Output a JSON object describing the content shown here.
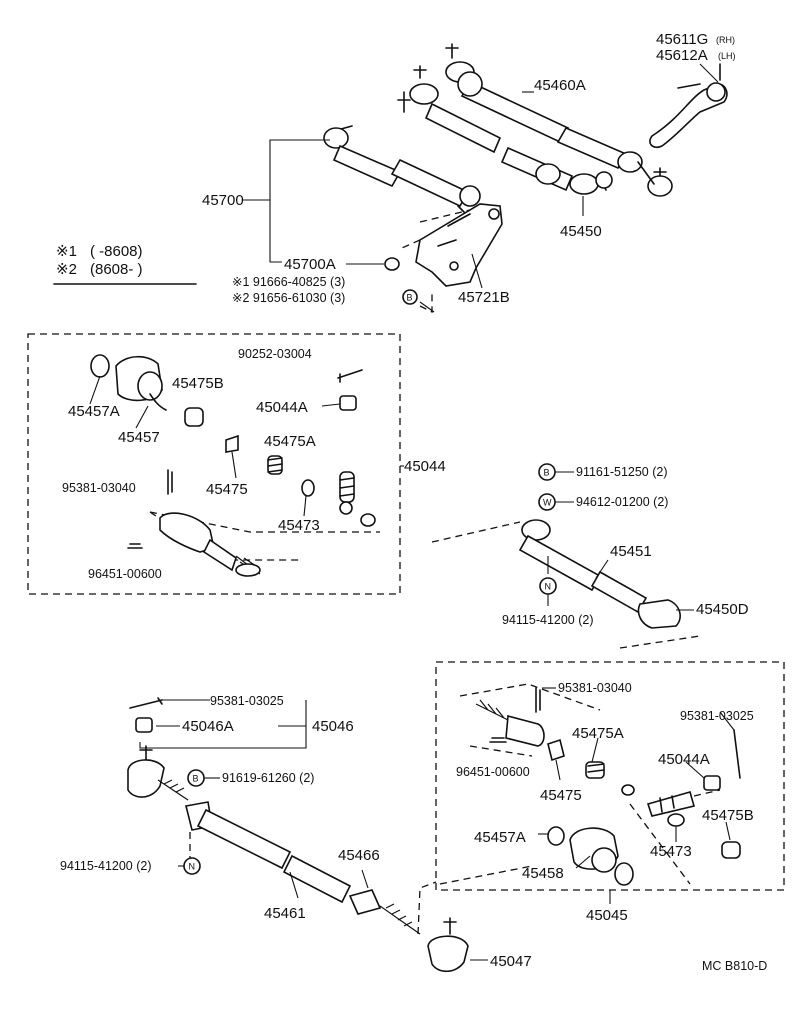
{
  "legend": {
    "line1_mark": "※1",
    "line1_range": "(          -8608)",
    "line2_mark": "※2",
    "line2_range": "(8608-          )"
  },
  "top": {
    "p45611G": "45611G",
    "rh": "(RH)",
    "p45612A": "45612A",
    "lh": "(LH)",
    "p45460A": "45460A",
    "p45700": "45700",
    "p45450_top": "45450",
    "p45700A": "45700A",
    "p45721B": "45721B",
    "bolt1": "※1 91666-40825 (3)",
    "bolt2": "※2 91656-61030 (3)",
    "circB_top": "B"
  },
  "kit_left": {
    "p90252": "90252-03004",
    "p45457A": "45457A",
    "p45475B": "45475B",
    "p45457": "45457",
    "p45044A": "45044A",
    "p45475A": "45475A",
    "p45044": "45044",
    "p95381_03040": "95381-03040",
    "p45475": "45475",
    "p45473": "45473",
    "p96451": "96451-00600"
  },
  "mid_right": {
    "circB": "B",
    "p91161": "91161-51250 (2)",
    "circW": "W",
    "p94612": "94612-01200 (2)",
    "p45451": "45451",
    "circN": "N",
    "p94115": "94115-41200 (2)",
    "p45450D": "45450D"
  },
  "bottom_left": {
    "p95381_03025": "95381-03025",
    "p45046A": "45046A",
    "p45046": "45046",
    "circB": "B",
    "p91619": "91619-61260 (2)",
    "p94115": "94115-41200 (2)",
    "circN": "N",
    "p45466": "45466",
    "p45461": "45461",
    "p45047": "45047"
  },
  "kit_right": {
    "p95381_03040": "95381-03040",
    "p45475A": "45475A",
    "p96451": "96451-00600",
    "p95381_03025": "95381-03025",
    "p45044A": "45044A",
    "p45475": "45475",
    "p45475B": "45475B",
    "p45457A": "45457A",
    "p45473": "45473",
    "p45458": "45458",
    "p45045": "45045"
  },
  "footer": {
    "code": "MC  B810-D"
  }
}
